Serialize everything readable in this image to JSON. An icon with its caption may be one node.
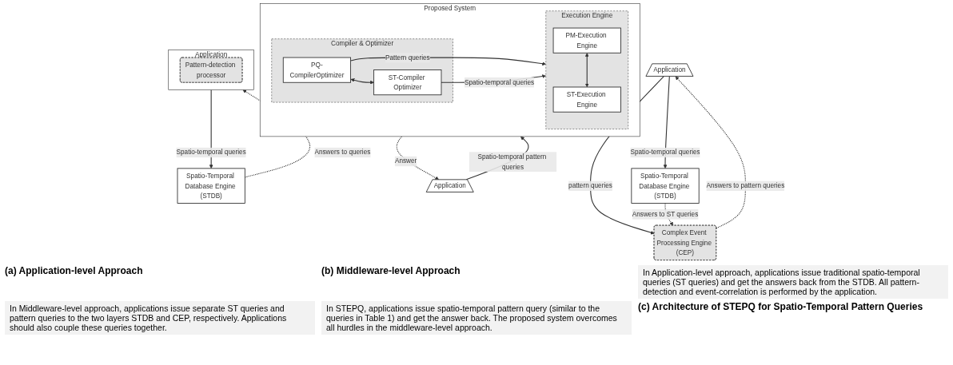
{
  "diagram": {
    "nodes": [
      {
        "text": [
          "Application"
        ]
      },
      {
        "text": [
          "Pattern-detection processor"
        ],
        "in": 0
      },
      {
        "text": [
          "Spatio-Temporal Database Engine (STDB)"
        ]
      },
      {
        "text": [
          "Application"
        ]
      },
      {
        "text": [
          "Complex Event Processing Engine (CEP)"
        ]
      },
      {
        "text": [
          "Spatio-Temporal Database Engine (STDB)"
        ]
      },
      {
        "text": [
          "Application"
        ]
      },
      {
        "text": [
          "Proposed System"
        ]
      },
      {
        "text": [
          "Compiler & Optimizer"
        ],
        "in": 7
      },
      {
        "text": [
          "PQ-CompilerOptimizer"
        ],
        "in": 8
      },
      {
        "text": [
          "ST-Compiler Optimizer"
        ],
        "in": 8
      },
      {
        "text": [
          "Execution Engine"
        ],
        "in": 7
      },
      {
        "text": [
          "PM-Execution Engine"
        ],
        "in": 11
      },
      {
        "text": [
          "ST-Execution Engine"
        ],
        "in": 11
      }
    ],
    "edges": [
      {
        "from": 0,
        "to": 2,
        "arrow": "to",
        "label": "Spatio-temporal queries"
      },
      {
        "from": 2,
        "to": 0,
        "arrow": "to",
        "label": "Answers to queries",
        "style": "dashed"
      },
      {
        "from": 3,
        "to": 4,
        "arrow": "to",
        "label": "pattern queries"
      },
      {
        "from": 3,
        "to": 5,
        "arrow": "to",
        "label": "Spatio-temporal queries"
      },
      {
        "from": 4,
        "to": 3,
        "arrow": "to",
        "label": "Answers to pattern queries",
        "style": "dashed"
      },
      {
        "from": 5,
        "to": 4,
        "arrow": "to",
        "label": "Answers to ST queries",
        "style": "dashed"
      },
      {
        "from": 6,
        "to": 7,
        "arrow": "to",
        "label": "Spatio-temporal pattern queries"
      },
      {
        "from": 7,
        "to": 6,
        "arrow": "to",
        "label": "Answer",
        "style": "dashed"
      },
      {
        "from": 9,
        "to": 10,
        "arrow": "both"
      },
      {
        "from": 9,
        "to": 11,
        "arrow": "to",
        "label": "Pattern queries"
      },
      {
        "from": 10,
        "to": 11,
        "arrow": "to",
        "label": "Spatio-temporal queries"
      },
      {
        "from": 12,
        "to": 13,
        "arrow": "both"
      }
    ],
    "labels": [
      "(a) Application-level Approach",
      "(b) Middleware-level Approach",
      "In Application-level approach, applications issue traditional spatio-temporal queries (ST queries) and get the answers back from the STDB. All pattern-detection and event-correlation is performed by the application.",
      "In Middleware-level approach, applications issue separate ST queries and pattern queries to the two layers STDB and CEP, respectively. Applications should also couple these queries together.",
      "In STEPQ, applications issue spatio-temporal pattern query (similar to the queries in Table 1) and get the answer back. The proposed system overcomes all hurdles in the middleware-level approach.",
      "(c) Architecture of STEPQ for Spatio-Temporal Pattern Queries"
    ]
  }
}
